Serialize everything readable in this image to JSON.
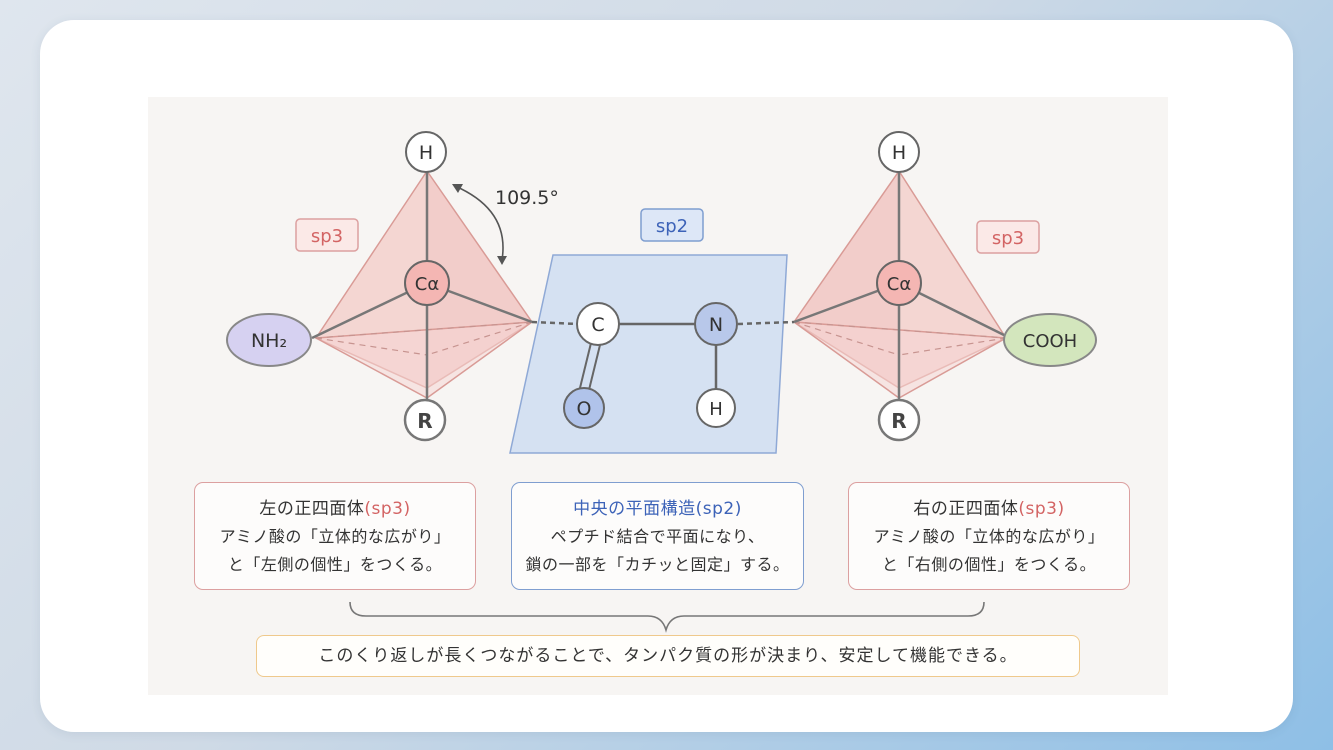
{
  "colors": {
    "tetra_fill": "#f2c4c0",
    "tetra_stroke": "#d99b96",
    "plane_fill": "#c9d9f2",
    "plane_stroke": "#8fa9d6",
    "nh2_fill": "#d6d1f1",
    "cooh_fill": "#d3e6bd",
    "red_accent": "#d36464",
    "blue_accent": "#3d63b8"
  },
  "diagram": {
    "angle_label": "109.5°",
    "left_tetra_label": "sp3",
    "right_tetra_label": "sp3",
    "plane_label": "sp2",
    "atoms": {
      "left_h": "H",
      "left_ca": "Cα",
      "left_nh2": "NH₂",
      "left_r": "R",
      "c": "C",
      "n": "N",
      "o": "O",
      "h_amide": "H",
      "right_h": "H",
      "right_ca": "Cα",
      "right_cooh": "COOH",
      "right_r": "R"
    }
  },
  "boxes": {
    "left": {
      "title_main": "左の正四面体",
      "title_tag": "(sp3)",
      "line1": "アミノ酸の「立体的な広がり」",
      "line2": "と「左側の個性」をつくる。"
    },
    "center": {
      "title_main": "中央の平面構造",
      "title_tag": "(sp2)",
      "line1": "ペプチド結合で平面になり、",
      "line2": "鎖の一部を「カチッと固定」する。"
    },
    "right": {
      "title_main": "右の正四面体",
      "title_tag": "(sp3)",
      "line1": "アミノ酸の「立体的な広がり」",
      "line2": "と「右側の個性」をつくる。"
    }
  },
  "summary": "このくり返しが長くつながることで、タンパク質の形が決まり、安定して機能できる。"
}
